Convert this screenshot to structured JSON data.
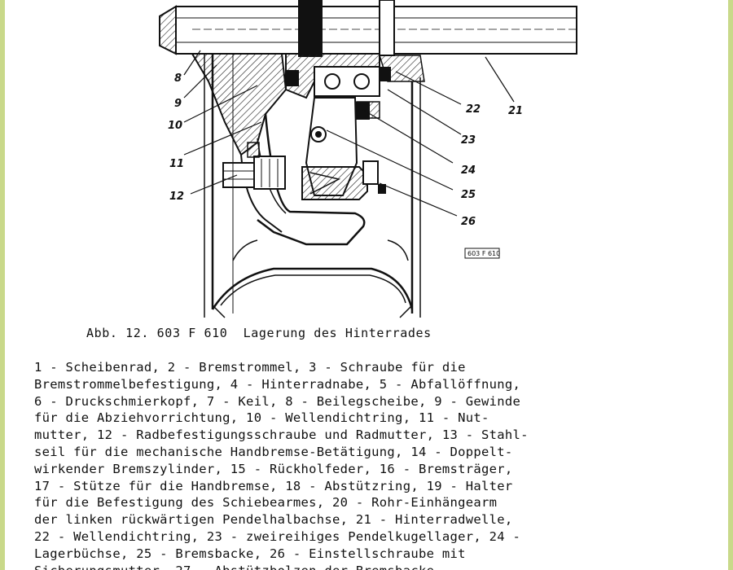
{
  "figure": {
    "callouts": [
      "8",
      "9",
      "10",
      "11",
      "12",
      "21",
      "22",
      "23",
      "24",
      "25",
      "26"
    ],
    "stamp": "603 F 610"
  },
  "caption": "Abb. 12. 603 F 610  Lagerung des Hinterrades",
  "legend_lines": [
    "1 - Scheibenrad, 2 - Bremstrommel, 3 - Schraube für die",
    "Bremstrommelbefestigung, 4 - Hinterradnabe, 5 - Abfallöffnung,",
    "6 - Druckschmierkopf, 7 - Keil, 8 - Beilegscheibe, 9 - Gewinde",
    "für die Abziehvorrichtung, 10 - Wellendichtring, 11 - Nut-",
    "mutter, 12 - Radbefestigungsschraube und Radmutter, 13 - Stahl-",
    "seil für die mechanische Handbremse-Betätigung, 14 - Doppelt-",
    "wirkender Bremszylinder, 15 - Rückholfeder, 16 - Bremsträger,",
    "17 - Stütze für die Handbremse, 18 - Abstützring, 19 - Halter",
    "für die Befestigung des Schiebearmes, 20 - Rohr-Einhängearm",
    "der linken rückwärtigen Pendelhalbachse, 21 - Hinterradwelle,",
    "22 - Wellendichtring, 23 - zweireihiges Pendelkugellager, 24 -",
    "Lagerbüchse, 25 - Bremsbacke, 26 - Einstellschraube mit",
    "Sicherungsmutter, 27 - Abstützbolzen der Bremsbacke"
  ]
}
